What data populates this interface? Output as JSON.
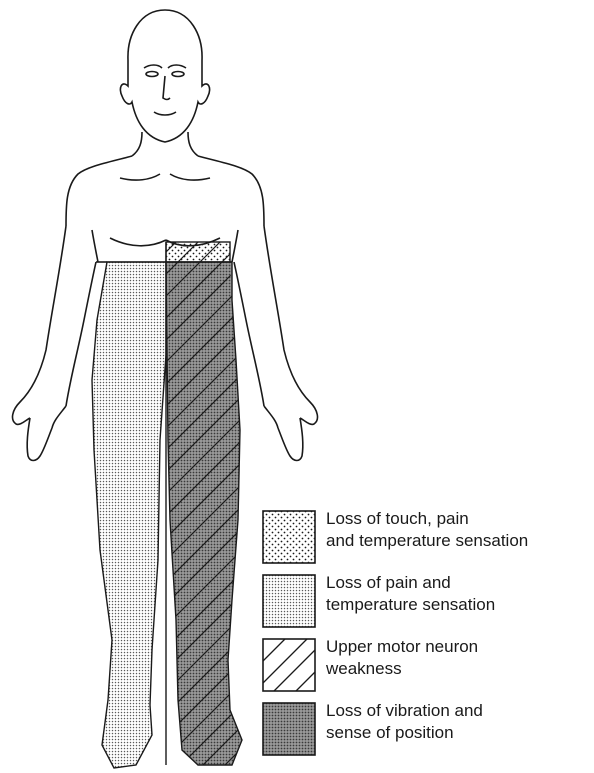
{
  "legend": [
    {
      "id": "touch-pain-temp",
      "line1": "Loss of touch, pain",
      "line2": "and temperature sensation",
      "pattern": "sparse-dots"
    },
    {
      "id": "pain-temp",
      "line1": "Loss of pain and",
      "line2": "temperature sensation",
      "pattern": "fine-dots"
    },
    {
      "id": "umn-weakness",
      "line1": "Upper motor neuron",
      "line2": "weakness",
      "pattern": "diagonal-hatch"
    },
    {
      "id": "vibration-position",
      "line1": "Loss of vibration and",
      "line2": "sense of position",
      "pattern": "dense-dots"
    }
  ],
  "colors": {
    "ink": "#1a1a1a",
    "background": "#ffffff"
  }
}
